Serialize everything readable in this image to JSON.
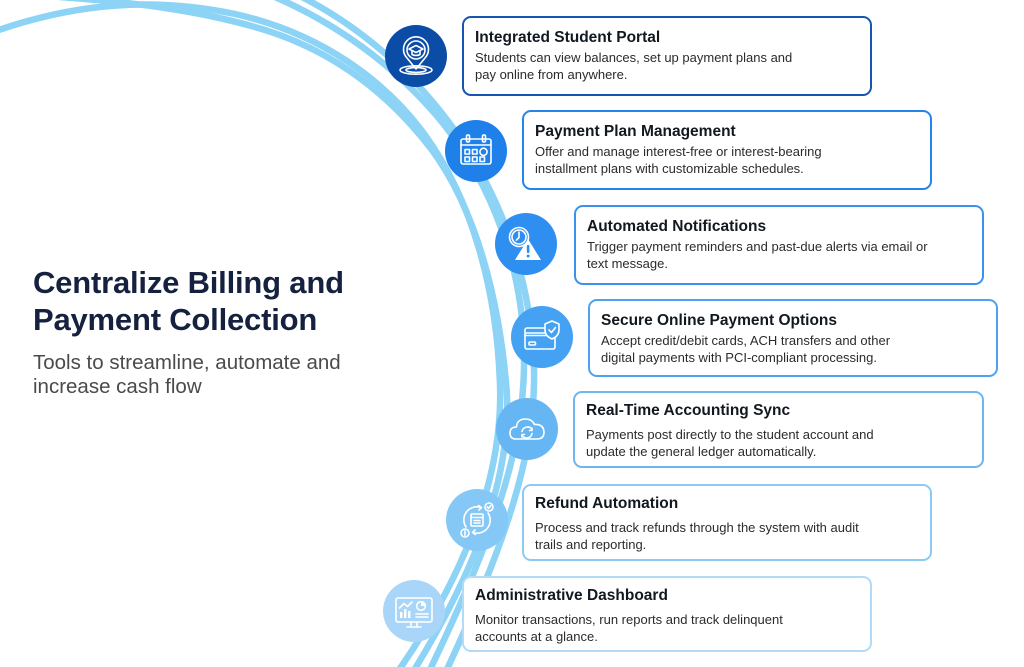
{
  "header": {
    "title_line1": "Centralize Billing and",
    "title_line2": "Payment Collection",
    "subtitle_line1": "Tools to streamline, automate and",
    "subtitle_line2": "increase cash flow"
  },
  "colors": {
    "headline": "#15213f",
    "arc": "#8cd3f6"
  },
  "features": [
    {
      "title": "Integrated Student Portal",
      "desc_line1": "Students can view balances, set up payment plans and",
      "desc_line2": "pay online from anywhere.",
      "icon": "graduation-pin-icon",
      "icon_color": "#0b4ca6",
      "border_color": "#1656b0"
    },
    {
      "title": "Payment Plan Management",
      "desc_line1": "Offer and manage interest-free or interest-bearing",
      "desc_line2": "installment plans with customizable schedules.",
      "icon": "calendar-dollar-icon",
      "icon_color": "#1f80ea",
      "border_color": "#2583ec"
    },
    {
      "title": "Automated Notifications",
      "desc_line1": "Trigger payment reminders and past-due alerts via email or",
      "desc_line2": "text message.",
      "icon": "clock-alert-icon",
      "icon_color": "#2f8ff0",
      "border_color": "#3a92ee"
    },
    {
      "title": "Secure Online Payment Options",
      "desc_line1": "Accept credit/debit cards, ACH transfers and other",
      "desc_line2": "digital payments with PCI-compliant processing.",
      "icon": "credit-card-shield-icon",
      "icon_color": "#45a2f2",
      "border_color": "#4ea2f0"
    },
    {
      "title": "Real-Time Accounting Sync",
      "desc_line1": "Payments post directly to the student account and",
      "desc_line2": "update the general ledger automatically.",
      "icon": "cloud-sync-icon",
      "icon_color": "#66b6f3",
      "border_color": "#6cb7f2"
    },
    {
      "title": "Refund Automation",
      "desc_line1": "Process and track refunds through the system with audit",
      "desc_line2": "trails and reporting.",
      "icon": "refund-cycle-icon",
      "icon_color": "#86c8f5",
      "border_color": "#8ccaf4"
    },
    {
      "title": "Administrative Dashboard",
      "desc_line1": "Monitor transactions, run reports and track delinquent",
      "desc_line2": "accounts at a glance.",
      "icon": "dashboard-monitor-icon",
      "icon_color": "#a9d6f8",
      "border_color": "#b3daf7"
    }
  ]
}
